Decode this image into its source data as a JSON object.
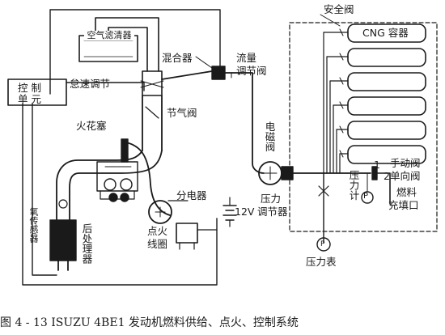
{
  "labels": {
    "safety_valve": "安全阀",
    "cng_tank": "CNG 容器",
    "air_filter": "空气滤清器",
    "mixer": "混合器",
    "flow_valve_l1": "流量",
    "flow_valve_l2": "调节阀",
    "ctrl_unit_l1": "控 制",
    "ctrl_unit_l2": "单 元",
    "idle_speed": "怠速调节",
    "throttle": "节气阀",
    "spark_plug": "火花塞",
    "solenoid_valve": "电磁阀",
    "manual_valve": "手动阀",
    "check_valve": "单向阀",
    "distributor": "分电器",
    "pressure_gauge_l1": "压力计",
    "fuel_filler_l1": "燃料",
    "fuel_filler_l2": "充填口",
    "pressure_reg_l1": "压力",
    "pressure_reg_l2": "调节器",
    "voltage": "12V",
    "ignition_coil_l1": "点火",
    "ignition_coil_l2": "线圈",
    "oxygen_sensor": "氧传感器",
    "aftertreatment": "后处理器",
    "pressure_meter": "压力表",
    "num_1": "1",
    "num_2": "2",
    "gauge_symbol": "P"
  },
  "caption": "图 4 - 13    ISUZU 4BE1 发动机燃料供给、点火、控制系统"
}
